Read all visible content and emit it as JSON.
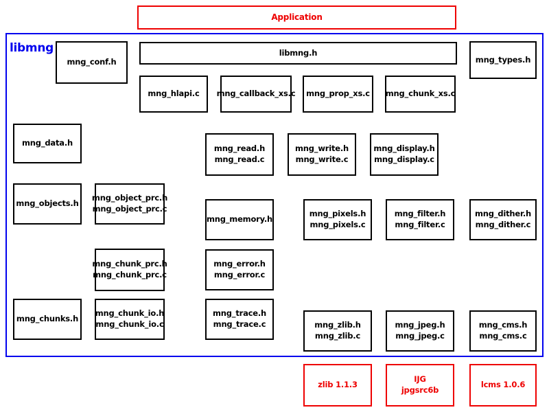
{
  "diagram": {
    "title": "libmng library architecture",
    "colors": {
      "external_accent": "#ee0000",
      "library_accent": "#0000ee",
      "module_outline": "#000000",
      "background": "#ffffff"
    },
    "container": {
      "label": "libmng"
    },
    "application": {
      "label": "Application"
    },
    "modules": [
      {
        "id": "mng_conf",
        "lines": [
          "mng_conf.h"
        ]
      },
      {
        "id": "libmng_h",
        "lines": [
          "libmng.h"
        ]
      },
      {
        "id": "mng_types",
        "lines": [
          "mng_types.h"
        ]
      },
      {
        "id": "mng_hlapi",
        "lines": [
          "mng_hlapi.c"
        ]
      },
      {
        "id": "mng_callback_xs",
        "lines": [
          "mng_callback_xs.c"
        ]
      },
      {
        "id": "mng_prop_xs",
        "lines": [
          "mng_prop_xs.c"
        ]
      },
      {
        "id": "mng_chunk_xs",
        "lines": [
          "mng_chunk_xs.c"
        ]
      },
      {
        "id": "mng_data",
        "lines": [
          "mng_data.h"
        ]
      },
      {
        "id": "mng_read",
        "lines": [
          "mng_read.h",
          "mng_read.c"
        ]
      },
      {
        "id": "mng_write",
        "lines": [
          "mng_write.h",
          "mng_write.c"
        ]
      },
      {
        "id": "mng_display",
        "lines": [
          "mng_display.h",
          "mng_display.c"
        ]
      },
      {
        "id": "mng_objects",
        "lines": [
          "mng_objects.h"
        ]
      },
      {
        "id": "mng_object_prc",
        "lines": [
          "mng_object_prc.h",
          "mng_object_prc.c"
        ]
      },
      {
        "id": "mng_memory",
        "lines": [
          "mng_memory.h"
        ]
      },
      {
        "id": "mng_pixels",
        "lines": [
          "mng_pixels.h",
          "mng_pixels.c"
        ]
      },
      {
        "id": "mng_filter",
        "lines": [
          "mng_filter.h",
          "mng_filter.c"
        ]
      },
      {
        "id": "mng_dither",
        "lines": [
          "mng_dither.h",
          "mng_dither.c"
        ]
      },
      {
        "id": "mng_chunk_prc",
        "lines": [
          "mng_chunk_prc.h",
          "mng_chunk_prc.c"
        ]
      },
      {
        "id": "mng_error",
        "lines": [
          "mng_error.h",
          "mng_error.c"
        ]
      },
      {
        "id": "mng_chunks",
        "lines": [
          "mng_chunks.h"
        ]
      },
      {
        "id": "mng_chunk_io",
        "lines": [
          "mng_chunk_io.h",
          "mng_chunk_io.c"
        ]
      },
      {
        "id": "mng_trace",
        "lines": [
          "mng_trace.h",
          "mng_trace.c"
        ]
      },
      {
        "id": "mng_zlib",
        "lines": [
          "mng_zlib.h",
          "mng_zlib.c"
        ]
      },
      {
        "id": "mng_jpeg",
        "lines": [
          "mng_jpeg.h",
          "mng_jpeg.c"
        ]
      },
      {
        "id": "mng_cms",
        "lines": [
          "mng_cms.h",
          "mng_cms.c"
        ]
      }
    ],
    "external_libraries": [
      {
        "id": "zlib",
        "lines": [
          "zlib 1.1.3"
        ]
      },
      {
        "id": "ijg",
        "lines": [
          "IJG",
          "jpgsrc6b"
        ]
      },
      {
        "id": "lcms",
        "lines": [
          "lcms 1.0.6"
        ]
      }
    ]
  }
}
